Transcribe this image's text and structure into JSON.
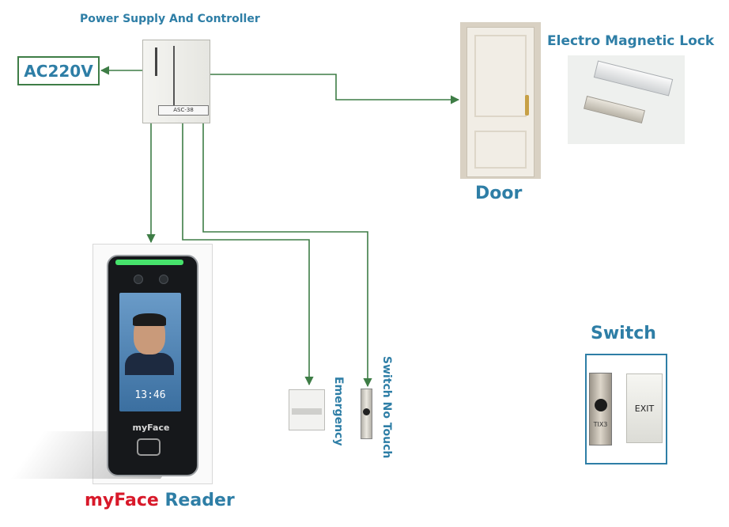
{
  "labels": {
    "controller": "Power Supply And Controller",
    "ac": "AC220V",
    "door": "Door",
    "lock": "Electro Magnetic Lock",
    "switch": "Switch",
    "reader_prefix": "myFace",
    "reader_suffix": "Reader",
    "emergency": "Emergency",
    "notouch": "Switch No Touch"
  },
  "device_text": {
    "controller_model": "ASC-38",
    "reader_time": "13:46",
    "reader_brand": "myFace",
    "switch_steel": "TIX3",
    "switch_exit": "EXIT"
  },
  "colors": {
    "wire": "#3e7d46",
    "label": "#2e7ea6",
    "brand_red": "#d8192a"
  }
}
